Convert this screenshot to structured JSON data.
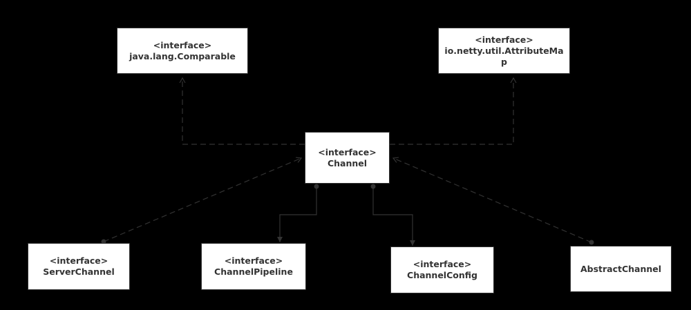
{
  "colors": {
    "background": "#000000",
    "box_fill": "#ffffff",
    "line": "#333333",
    "text": "#333333"
  },
  "nodes": {
    "comparable": {
      "stereotype": "<interface>",
      "name": "java.lang.Comparable"
    },
    "attributemap": {
      "stereotype": "<interface>",
      "name": "io.netty.util.AttributeMap"
    },
    "channel": {
      "stereotype": "<interface>",
      "name": "Channel"
    },
    "serverchannel": {
      "stereotype": "<interface>",
      "name": "ServerChannel"
    },
    "pipeline": {
      "stereotype": "<interface>",
      "name": "ChannelPipeline"
    },
    "config": {
      "stereotype": "<interface>",
      "name": "ChannelConfig"
    },
    "abstractchannel": {
      "name": "AbstractChannel"
    }
  },
  "edges": [
    {
      "id": "channel-to-comparable",
      "from": "channel",
      "to": "comparable",
      "style": "dashed",
      "head": "open-arrow"
    },
    {
      "id": "channel-to-attributemap",
      "from": "channel",
      "to": "attributemap",
      "style": "dashed",
      "head": "open-arrow"
    },
    {
      "id": "serverchannel-to-channel",
      "from": "serverchannel",
      "to": "channel",
      "style": "dashed",
      "head": "open-arrow",
      "tail": "dot"
    },
    {
      "id": "abstractchannel-to-channel",
      "from": "abstractchannel",
      "to": "channel",
      "style": "dashed",
      "head": "open-arrow",
      "tail": "dot"
    },
    {
      "id": "channel-to-pipeline",
      "from": "channel",
      "to": "pipeline",
      "style": "solid",
      "head": "arrow",
      "tail": "dot"
    },
    {
      "id": "channel-to-config",
      "from": "channel",
      "to": "config",
      "style": "solid",
      "head": "arrow",
      "tail": "dot"
    }
  ]
}
